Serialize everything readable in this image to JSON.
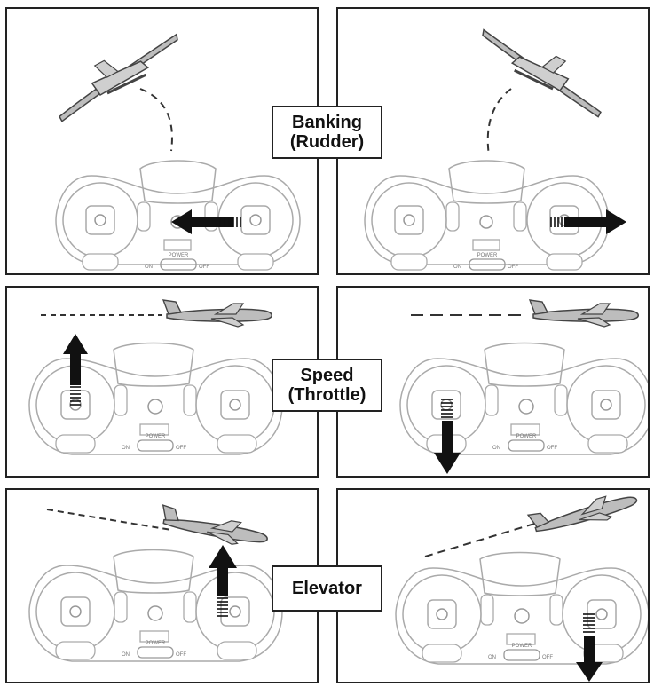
{
  "labels": {
    "banking": "Banking\n(Rudder)",
    "speed": "Speed\n(Throttle)",
    "elevator": "Elevator"
  },
  "transmitter": {
    "power_label": "POWER",
    "on_label": "ON",
    "off_label": "OFF"
  },
  "panels": [
    {
      "id": "banking-left",
      "aircraft": "banking-left",
      "stick": "right",
      "arrow": "left"
    },
    {
      "id": "banking-right",
      "aircraft": "banking-right",
      "stick": "right",
      "arrow": "right"
    },
    {
      "id": "throttle-up",
      "aircraft": "level",
      "stick": "left",
      "arrow": "up"
    },
    {
      "id": "throttle-down",
      "aircraft": "level",
      "stick": "left",
      "arrow": "down"
    },
    {
      "id": "elevator-up",
      "aircraft": "descending",
      "stick": "right",
      "arrow": "up"
    },
    {
      "id": "elevator-down",
      "aircraft": "climbing",
      "stick": "right",
      "arrow": "down"
    }
  ]
}
